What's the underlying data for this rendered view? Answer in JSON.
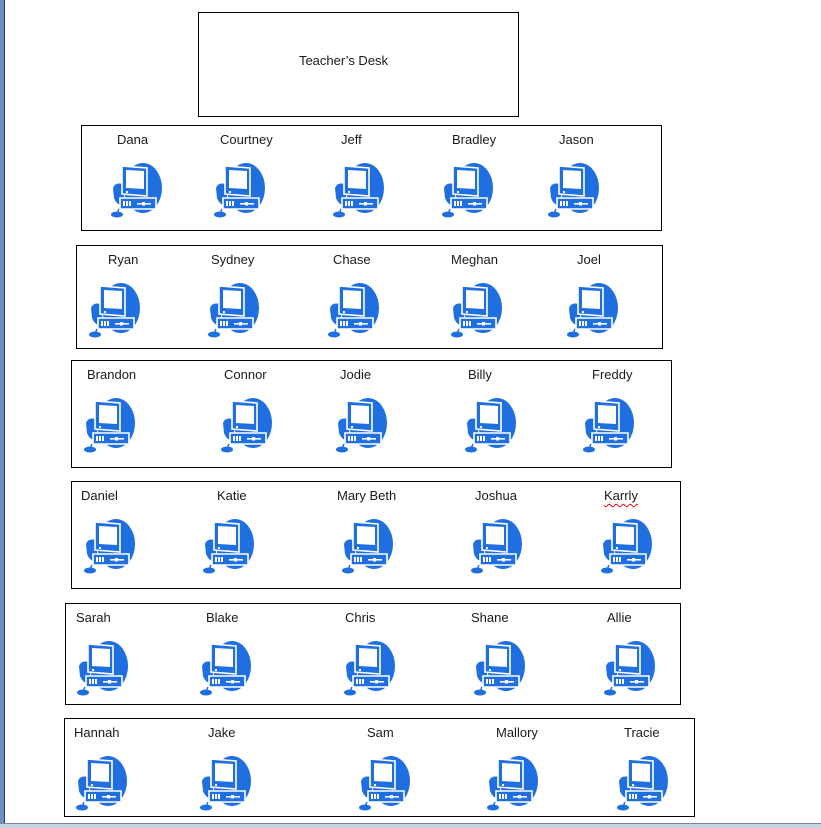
{
  "desk": {
    "label": "Teacher’s Desk"
  },
  "icon": {
    "name": "computer-icon",
    "color": "#1f6fe0"
  },
  "rows": [
    {
      "box": [
        81,
        125,
        581,
        106
      ],
      "seats": [
        {
          "name": "Dana",
          "nx": 35,
          "ix": 27
        },
        {
          "name": "Courtney",
          "nx": 138,
          "ix": 130
        },
        {
          "name": "Jeff",
          "nx": 259,
          "ix": 249
        },
        {
          "name": "Bradley",
          "nx": 370,
          "ix": 358
        },
        {
          "name": "Jason",
          "nx": 477,
          "ix": 464
        }
      ]
    },
    {
      "box": [
        76,
        245,
        587,
        104
      ],
      "seats": [
        {
          "name": "Ryan",
          "nx": 31,
          "ix": 10
        },
        {
          "name": "Sydney",
          "nx": 134,
          "ix": 129
        },
        {
          "name": "Chase",
          "nx": 256,
          "ix": 249
        },
        {
          "name": "Meghan",
          "nx": 374,
          "ix": 372
        },
        {
          "name": "Joel",
          "nx": 500,
          "ix": 488
        }
      ]
    },
    {
      "box": [
        71,
        360,
        601,
        108
      ],
      "seats": [
        {
          "name": "Brandon",
          "nx": 15,
          "ix": 10
        },
        {
          "name": "Connor",
          "nx": 152,
          "ix": 147
        },
        {
          "name": "Jodie",
          "nx": 268,
          "ix": 262
        },
        {
          "name": "Billy",
          "nx": 396,
          "ix": 391
        },
        {
          "name": "Freddy",
          "nx": 520,
          "ix": 509
        }
      ]
    },
    {
      "box": [
        71,
        481,
        610,
        108
      ],
      "seats": [
        {
          "name": "Daniel",
          "nx": 9,
          "ix": 10
        },
        {
          "name": "Katie",
          "nx": 145,
          "ix": 129
        },
        {
          "name": "Mary Beth",
          "nx": 265,
          "ix": 268
        },
        {
          "name": "Joshua",
          "nx": 403,
          "ix": 397
        },
        {
          "name": "Karrly",
          "nx": 532,
          "ix": 527,
          "spell": true
        }
      ]
    },
    {
      "box": [
        65,
        603,
        616,
        102
      ],
      "seats": [
        {
          "name": "Sarah",
          "nx": 10,
          "ix": 9
        },
        {
          "name": "Blake",
          "nx": 140,
          "ix": 132
        },
        {
          "name": "Chris",
          "nx": 279,
          "ix": 276
        },
        {
          "name": "Shane",
          "nx": 405,
          "ix": 406
        },
        {
          "name": "Allie",
          "nx": 541,
          "ix": 536
        }
      ]
    },
    {
      "box": [
        64,
        718,
        631,
        99
      ],
      "seats": [
        {
          "name": "Hannah",
          "nx": 9,
          "ix": 9
        },
        {
          "name": "Jake",
          "nx": 143,
          "ix": 133
        },
        {
          "name": "Sam",
          "nx": 302,
          "ix": 292
        },
        {
          "name": "Mallory",
          "nx": 431,
          "ix": 420
        },
        {
          "name": "Tracie",
          "nx": 559,
          "ix": 550
        }
      ]
    }
  ]
}
